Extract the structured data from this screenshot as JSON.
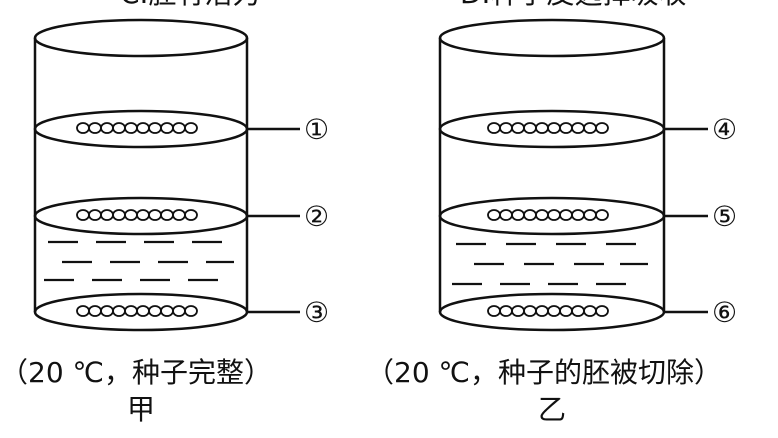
{
  "top_text": {
    "left": "C.胚有活力",
    "right": "D.种子皮选择吸收"
  },
  "cylinders": [
    {
      "name": "甲",
      "condition": "（20 ℃，种子完整）",
      "layers": [
        {
          "label": "①",
          "submerged": false
        },
        {
          "label": "②",
          "submerged": false
        },
        {
          "label": "③",
          "submerged": true
        }
      ]
    },
    {
      "name": "乙",
      "condition": "（20 ℃，种子的胚被切除）",
      "layers": [
        {
          "label": "④",
          "submerged": false
        },
        {
          "label": "⑤",
          "submerged": false
        },
        {
          "label": "⑥",
          "submerged": true
        }
      ]
    }
  ]
}
